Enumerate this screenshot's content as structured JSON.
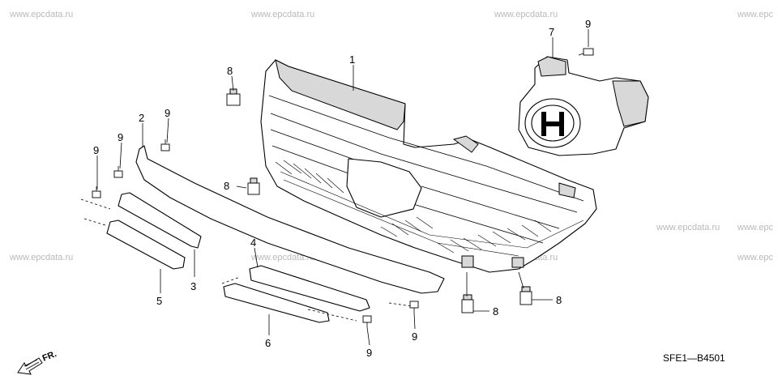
{
  "watermarks": [
    "www.epcdata.ru",
    "www.epcdata.ru",
    "www.epcdata.ru",
    "www.epc",
    "www.epcdata.ru",
    "www.epc",
    "www.epcdata.ru",
    "www.epcdata.ru",
    "www.epcdata.ru",
    "www.epc"
  ],
  "callouts": {
    "p1": "1",
    "p2": "2",
    "p3": "3",
    "p4": "4",
    "p5": "5",
    "p6": "6",
    "p7": "7",
    "p8a": "8",
    "p8b": "8",
    "p8c": "8",
    "p8d": "8",
    "p9a": "9",
    "p9b": "9",
    "p9c": "9",
    "p9d": "9",
    "p9e": "9",
    "p9f": "9"
  },
  "direction_label": "FR.",
  "diagram_code": "SFE1—B4501"
}
